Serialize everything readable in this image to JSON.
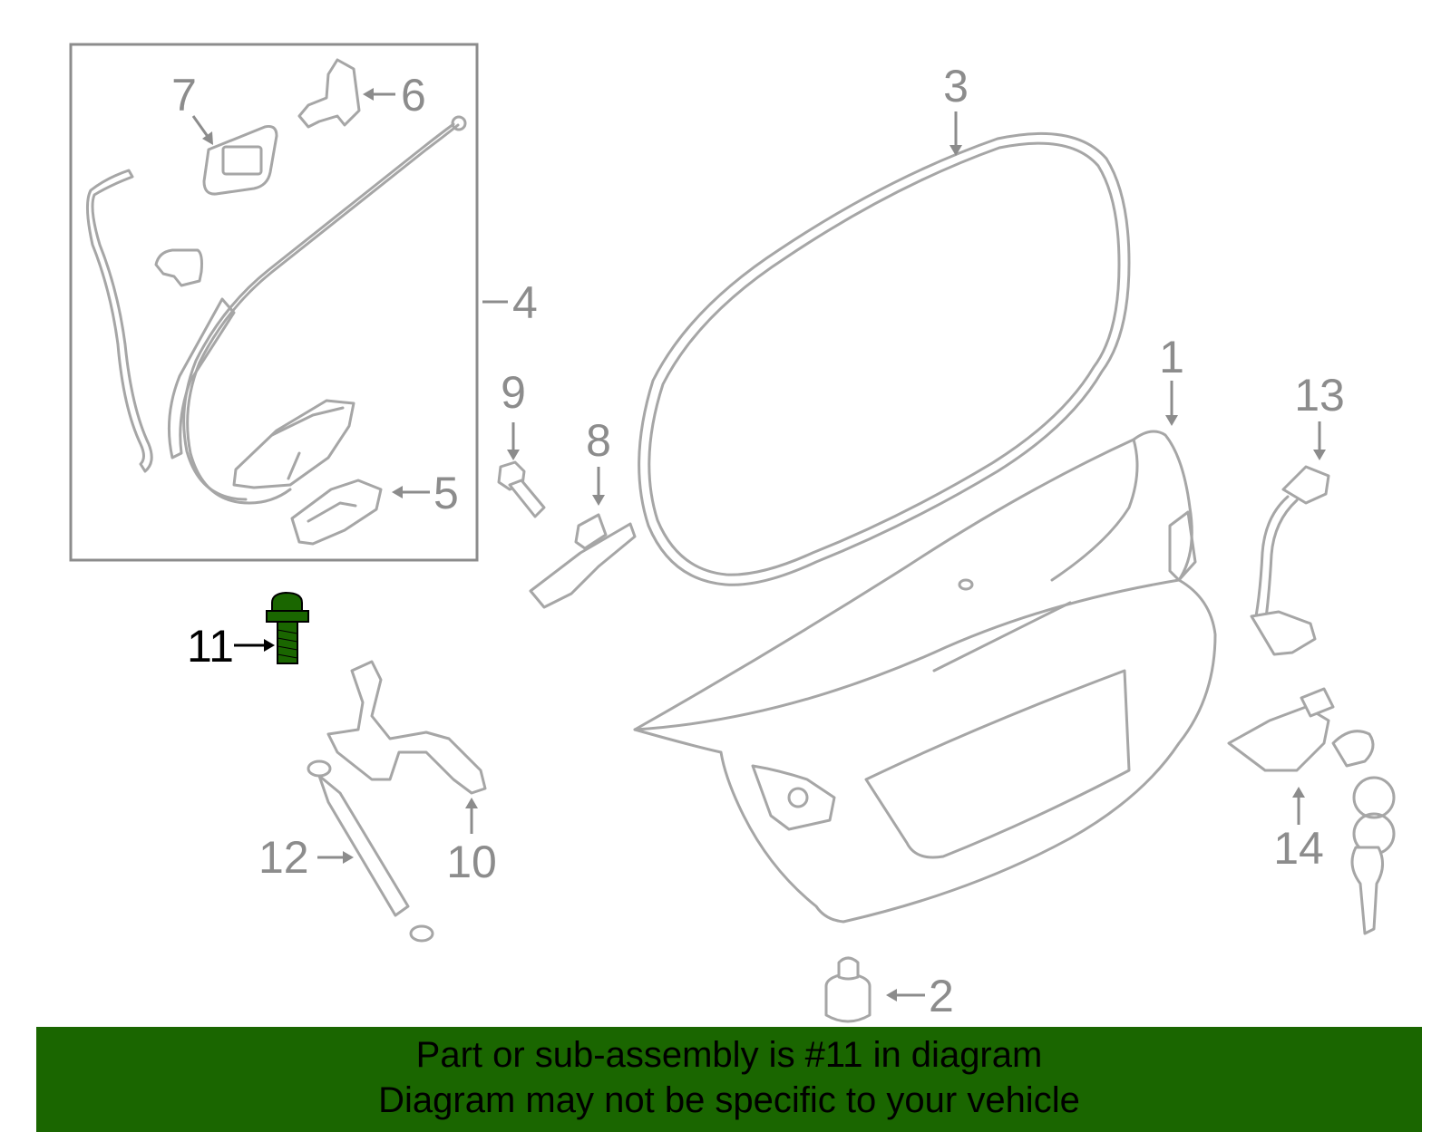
{
  "callouts": {
    "c1": "1",
    "c2": "2",
    "c3": "3",
    "c4": "4",
    "c5": "5",
    "c6": "6",
    "c7": "7",
    "c8": "8",
    "c9": "9",
    "c10": "10",
    "c11": "11",
    "c12": "12",
    "c13": "13",
    "c14": "14"
  },
  "highlight": {
    "part_number": "11",
    "color": "#1a6600"
  },
  "banner": {
    "line1": "Part or sub-assembly is #11 in diagram",
    "line2": "Diagram may not be specific to your vehicle"
  }
}
